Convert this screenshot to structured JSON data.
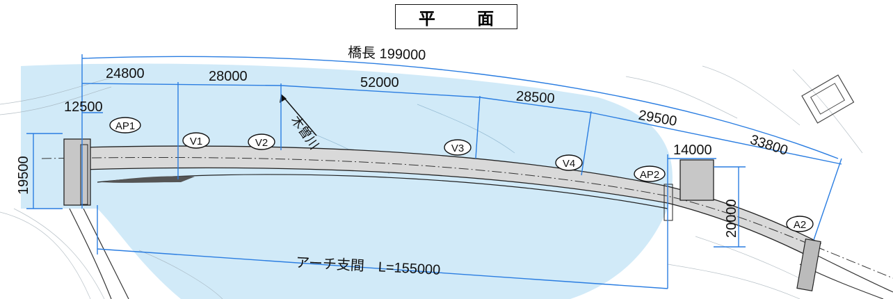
{
  "title": "平 面",
  "bridge_length": "橋長 199000",
  "spans": {
    "s1": "24800",
    "s2": "28000",
    "s3": "52000",
    "s4": "28500",
    "s5": "29500",
    "s6": "33800",
    "top_abutment": "12500"
  },
  "widths": {
    "left": "19500",
    "right": "20000",
    "ap2_top": "14000"
  },
  "labels": {
    "ap1": "AP1",
    "v1": "V1",
    "v2": "V2",
    "v3": "V3",
    "v4": "V4",
    "ap2": "AP2",
    "a2": "A2",
    "river": "木曽川"
  },
  "arch_span": "アーチ支間　L=155000",
  "colors": {
    "water": "#c9e6f7",
    "deck": "#d9d9d9",
    "dimension": "#2a7de1",
    "line": "#222222"
  }
}
